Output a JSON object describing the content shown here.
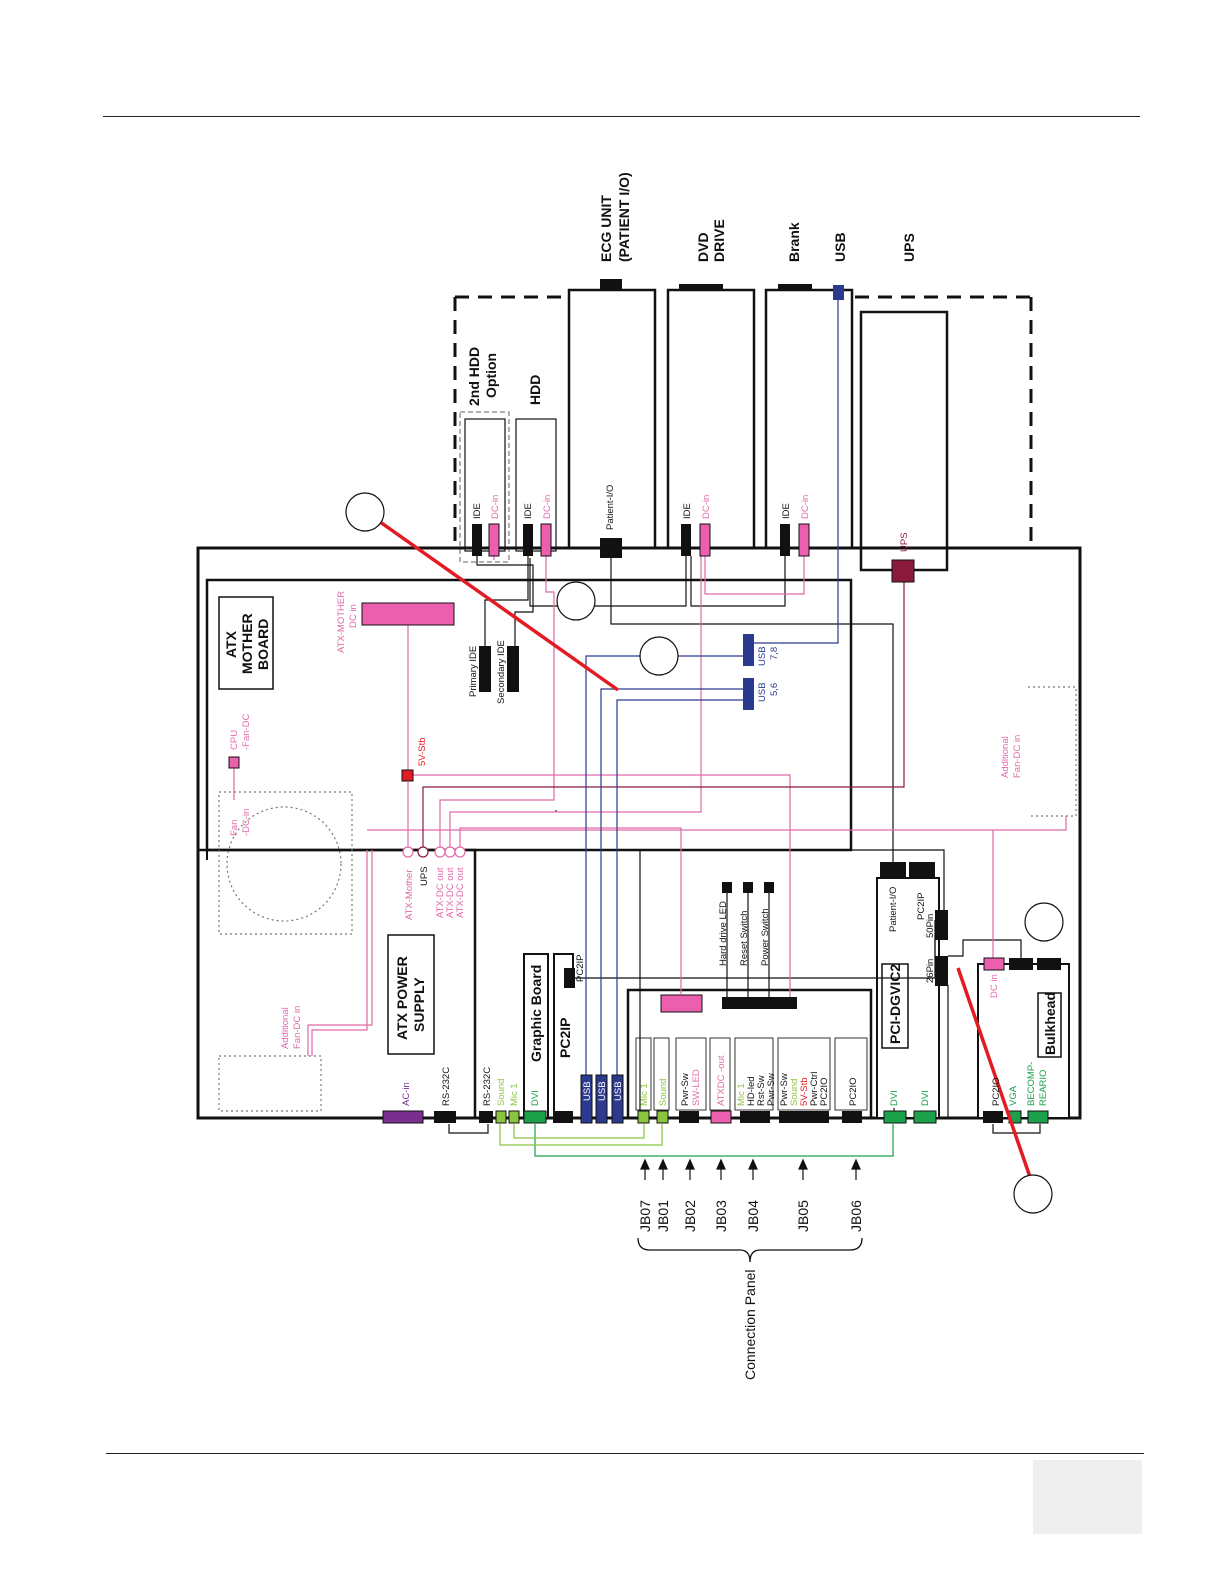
{
  "diagram": {
    "devices": {
      "ecg_unit": [
        "ECG UNIT",
        "(PATIENT I/O)"
      ],
      "dvd_drive": [
        "DVD",
        "DRIVE"
      ],
      "brank": "Brank",
      "usb": "USB",
      "ups": "UPS",
      "hdd2": [
        "2nd HDD",
        "Option"
      ],
      "hdd": "HDD"
    },
    "boards": {
      "atx_mother": [
        "ATX",
        "MOTHER",
        "BOARD"
      ],
      "atx_power": [
        "ATX POWER",
        "SUPPLY"
      ],
      "graphic_board": "Graphic Board",
      "pc2ip": "PC2IP",
      "pci_dgvic2": "PCI-DGVIC2",
      "bulkhead": "Bulkhead"
    },
    "labels": {
      "ide": "IDE",
      "dc_in": "DC-in",
      "patient_io": "Patient-I/O",
      "ups_conn": "UPS",
      "atx_mother_dcin": [
        "ATX-MOTHER",
        "DC in"
      ],
      "primary_ide": "Primary IDE",
      "secondary_ide": "Secondary IDE",
      "usb78": [
        "USB",
        "7,8"
      ],
      "usb56": [
        "USB",
        "5,6"
      ],
      "cpu_fan": [
        "CPU",
        "-Fan-DC"
      ],
      "fan_dc_in": [
        "Fan",
        "-DC-in"
      ],
      "five_v_stb": "5V-Stb",
      "additional_fan_right": [
        "Additional",
        "Fan-DC in"
      ],
      "additional_fan_left": [
        "Additional",
        "Fan-DC in"
      ],
      "atx_mother": "ATX-Mother",
      "ups_psu": "UPS",
      "atx_dc_out": "ATX-DC out",
      "hdd_led": "Hard drive LED",
      "reset_switch": "Reset Switch",
      "power_switch": "Power Switch",
      "pc2ip_conn": "PC2IP",
      "pin50": "50Pin",
      "pin26": "26Pin",
      "dc_in2": "DC in",
      "patient_io2": "Patient-I/O",
      "pc2ip2": "PC2IP"
    },
    "bottom_labels": {
      "ac_in": "AC-in",
      "rs232c_a": "RS-232C",
      "rs232c_b": "RS-232C",
      "sound": "Sound",
      "mic1": "Mic 1",
      "dvi": "DVI",
      "usb": "USB",
      "pwr_sw": "Pwr-Sw",
      "sw_led": "SW-LED",
      "atxdc_out": "ATXDC -out",
      "hd_led": "HD-led",
      "rst_sw": "Rst-Sw",
      "pwr_ctrl": "Pwr-Ctrl",
      "pc2io": "PC2IO",
      "vga": "VGA",
      "becomp": "BECOMP-",
      "reario": "REARIO",
      "pc2io_short": "PC2IO"
    },
    "jb": [
      "JB07",
      "JB01",
      "JB02",
      "JB03",
      "JB04",
      "JB05",
      "JB06"
    ],
    "connection_panel": "Connection Panel",
    "colors": {
      "pink": "#ec5fae",
      "pink_line": "#e06aa8",
      "navy": "#2b3a8f",
      "green": "#1aa14a",
      "lightgreen": "#8bc53f",
      "purple": "#7a2f8e",
      "maroon": "#8b1a3d",
      "red": "#e31b23"
    }
  }
}
